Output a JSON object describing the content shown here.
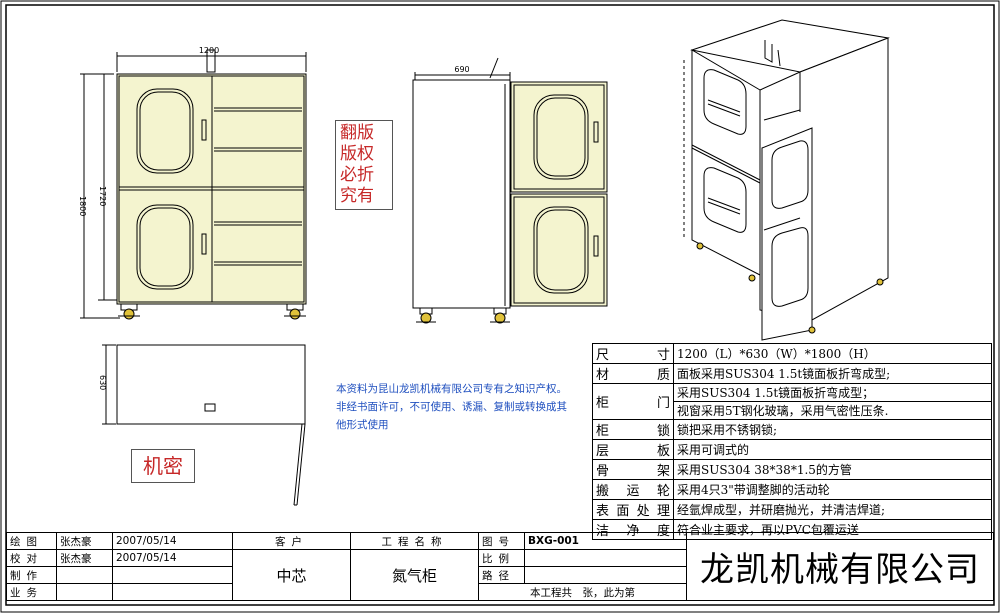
{
  "views": {
    "front_width_dim": "1200",
    "front_height_dim_outer": "1800",
    "front_height_dim_inner": "1720",
    "side_depth_dim": "690",
    "top_depth_dim": "630"
  },
  "copyright_stamp": [
    "翻版",
    "版权",
    "必折",
    "究有"
  ],
  "confidential_label": "机密",
  "notice_text": "本资料为昆山龙凯机械有限公司专有之知识产权。非经书面许可，不可使用、诱漏、复制或转换成其他形式使用",
  "spec_table": [
    {
      "key": "尺　　寸",
      "value": "1200（L）*630（W）*1800（H）"
    },
    {
      "key": "材　　质",
      "value": "面板采用SUS304 1.5t镜面板折弯成型;"
    },
    {
      "key": "柜　　门",
      "value": "采用SUS304 1.5t镜面板折弯成型；"
    },
    {
      "key": "",
      "value": "视窗采用5T钢化玻璃，采用气密性压条."
    },
    {
      "key": "柜　　锁",
      "value": "锁把采用不锈钢锁;"
    },
    {
      "key": "层　　板",
      "value": "采用可调式的"
    },
    {
      "key": "骨　　架",
      "value": "采用SUS304 38*38*1.5的方管"
    },
    {
      "key": "搬 运 轮",
      "value": "采用4只3\"带调整脚的活动轮"
    },
    {
      "key": "表面处理",
      "value": "经氩焊成型，并研磨抛光，并清洁焊道;"
    },
    {
      "key": "洁 净 度",
      "value": "符合业主要求，再以PVC包覆运送"
    }
  ],
  "title_block": {
    "drawn_label": "绘图",
    "drawn_by": "张杰豪",
    "drawn_date": "2007/05/14",
    "checked_label": "校对",
    "checked_by": "张杰豪",
    "checked_date": "2007/05/14",
    "made_label": "制作",
    "business_label": "业务",
    "client_label": "客户",
    "client_value": "中芯",
    "project_label": "工程名称",
    "project_value": "氮气柜",
    "drawing_no_label": "图号",
    "drawing_no": "BXG-001",
    "scale_label": "比例",
    "path_label": "路径",
    "sheet_note": "本工程共　张，此为第",
    "company": "龙凯机械有限公司"
  },
  "colors": {
    "line": "#000000",
    "olive_fill": "#f4f4cf",
    "stamp_red": "#c62828",
    "notice_blue": "#1f4fbf",
    "caster_yellow": "#e0c23a"
  }
}
